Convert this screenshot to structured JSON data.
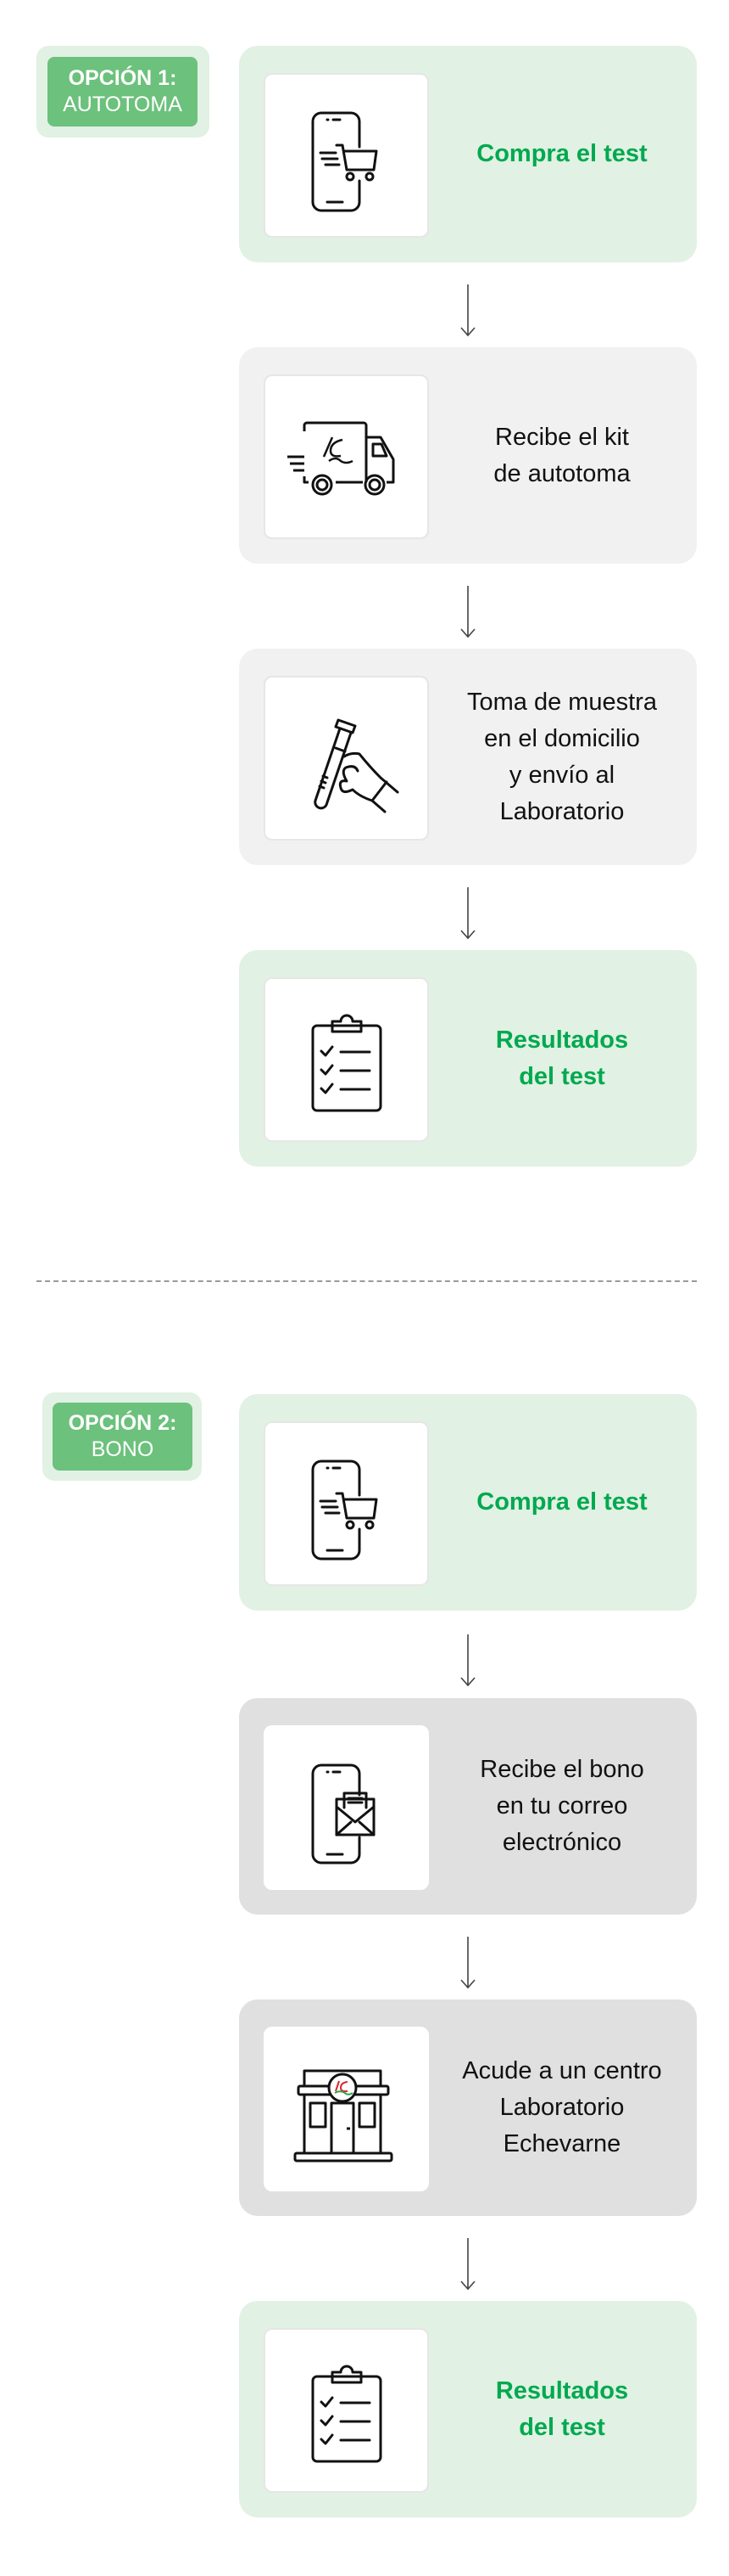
{
  "option1": {
    "badge_line1": "OPCIÓN 1:",
    "badge_line2": "AUTOTOMA",
    "steps": [
      {
        "text": "Compra el test",
        "icon": "phone-cart-icon",
        "style": "green"
      },
      {
        "text": "Recibe el kit\nde autotoma",
        "icon": "delivery-truck-icon",
        "style": "gray"
      },
      {
        "text": "Toma de muestra\nen el domicilio\ny envío al\nLaboratorio",
        "icon": "test-tube-hand-icon",
        "style": "gray"
      },
      {
        "text": "Resultados\ndel test",
        "icon": "clipboard-checklist-icon",
        "style": "green"
      }
    ]
  },
  "option2": {
    "badge_line1": "OPCIÓN 2:",
    "badge_line2": "BONO",
    "steps": [
      {
        "text": "Compra el test",
        "icon": "phone-cart-icon",
        "style": "green"
      },
      {
        "text": "Recibe el bono\nen tu correo\nelectrónico",
        "icon": "phone-email-icon",
        "style": "dark"
      },
      {
        "text": "Acude a un centro\nLaboratorio\nEchevarne",
        "icon": "lab-building-icon",
        "style": "dark"
      },
      {
        "text": "Resultados\ndel test",
        "icon": "clipboard-checklist-icon",
        "style": "green"
      }
    ]
  },
  "colors": {
    "accent_green": "#00a94f",
    "badge_green": "#6cc17c",
    "light_green": "#e1f1e3",
    "gray": "#f1f1f1",
    "dark_gray": "#e0e0e0"
  }
}
